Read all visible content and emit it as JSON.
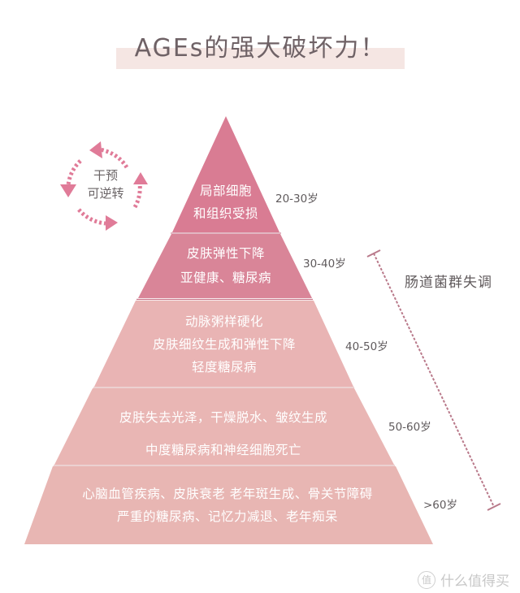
{
  "title": "AGEs的强大破坏力！",
  "cycle": {
    "line1": "干预",
    "line2": "可逆转",
    "icon": "circular-dashed-arrows-icon",
    "color": "#e07b98"
  },
  "pyramid": {
    "tiers": [
      {
        "lines": [
          "局部细胞",
          "和组织受损"
        ],
        "age": "20-30岁",
        "color": "#d97b92"
      },
      {
        "lines": [
          "皮肤弹性下降",
          "亚健康、糖尿病"
        ],
        "age": "30-40岁",
        "color": "#d98396"
      },
      {
        "lines": [
          "动脉粥样硬化",
          "皮肤细纹生成和弹性下降",
          "轻度糖尿病"
        ],
        "age": "40-50岁",
        "color": "#e8b3b3"
      },
      {
        "lines": [
          "皮肤失去光泽，干燥脱水、皱纹生成",
          "中度糖尿病和神经细胞死亡"
        ],
        "age": "50-60岁",
        "color": "#e8b5b3"
      },
      {
        "lines": [
          "心脑血管疾病、皮肤衰老 老年斑生成、骨关节障碍",
          "严重的糖尿病、记忆力减退、老年痴呆"
        ],
        "age": ">60岁",
        "color": "#e8b6b3"
      }
    ]
  },
  "gut_range": {
    "label": "肠道菌群失调",
    "line_color": "#b9798a"
  },
  "watermark": {
    "icon_char": "值",
    "text": "什么值得买"
  }
}
